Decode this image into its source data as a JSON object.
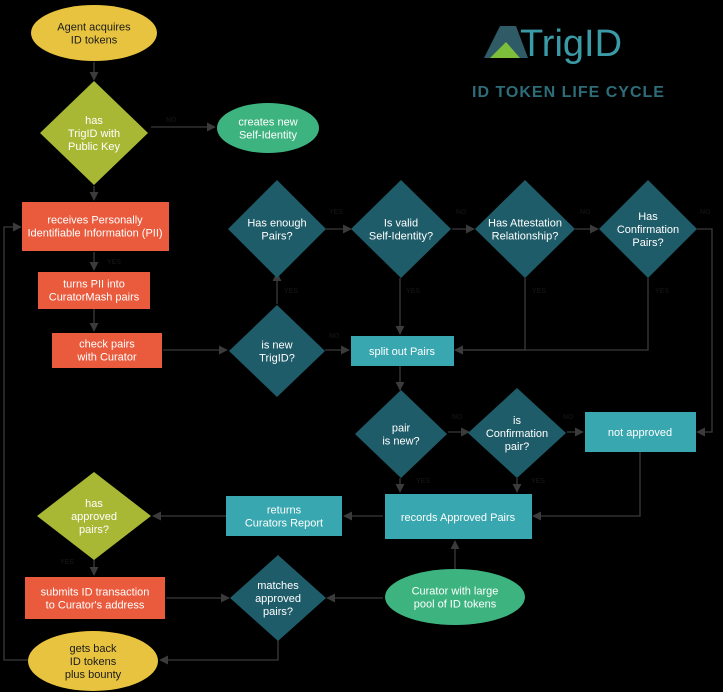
{
  "brand": {
    "name": "TrigID",
    "subtitle": "ID TOKEN LIFE CYCLE"
  },
  "colors": {
    "yellow": "#e8c340",
    "green": "#3db47f",
    "olive": "#a9b834",
    "orange": "#ea5a3c",
    "dark_teal": "#1f5c69",
    "light_teal": "#38a7af",
    "line": "#3b3b3b",
    "logo_dark": "#2f5b66",
    "logo_light": "#7dbe3a"
  },
  "nodes": {
    "agent_acquires": [
      "Agent acquires",
      "ID tokens"
    ],
    "has_trigid": [
      "has",
      "TrigID with",
      "Public Key"
    ],
    "creates_identity": [
      "creates new",
      "Self-Identity"
    ],
    "receives_pii": [
      "receives Personally",
      "Identifiable Information (PII)"
    ],
    "turns_pii": [
      "turns PII into",
      "CuratorMash pairs"
    ],
    "check_pairs": [
      "check pairs",
      "with Curator"
    ],
    "has_enough_pairs": [
      "Has enough",
      "Pairs?"
    ],
    "is_valid_identity": [
      "Is valid",
      "Self-Identity?"
    ],
    "has_attestation": [
      "Has Attestation",
      "Relationship?"
    ],
    "has_confirmation": [
      "Has",
      "Confirmation",
      "Pairs?"
    ],
    "is_new_trigid": [
      "is new",
      "TrigID?"
    ],
    "split_pairs": [
      "split out Pairs"
    ],
    "pair_is_new": [
      "pair",
      "is new?"
    ],
    "is_confirmation_pair": [
      "is",
      "Confirmation",
      "pair?"
    ],
    "not_approved": [
      "not approved"
    ],
    "has_approved_pairs": [
      "has",
      "approved",
      "pairs?"
    ],
    "returns_report": [
      "returns",
      "Curators Report"
    ],
    "records_pairs": [
      "records Approved Pairs"
    ],
    "submits_tx": [
      "submits ID transaction",
      "to Curator's address"
    ],
    "matches_pairs": [
      "matches",
      "approved",
      "pairs?"
    ],
    "curator_pool": [
      "Curator with large",
      "pool of ID tokens"
    ],
    "gets_back": [
      "gets back",
      "ID tokens",
      "plus bounty"
    ]
  },
  "edge_labels": {
    "has_trigid_no": "NO",
    "turns_pii_yes": "YES",
    "enough_valid_yes": "YES",
    "valid_attest_no": "NO",
    "attest_conf_no": "NO",
    "conf_right_no": "NO",
    "valid_down_yes": "YES",
    "attest_down_yes": "YES",
    "conf_down_yes": "YES",
    "new_trigid_up_yes": "YES",
    "new_trigid_no": "NO",
    "pair_new_no": "NO",
    "conf_pair_no": "NO",
    "pair_new_yes": "YES",
    "conf_pair_yes": "YES",
    "has_approved_yes": "YES"
  }
}
